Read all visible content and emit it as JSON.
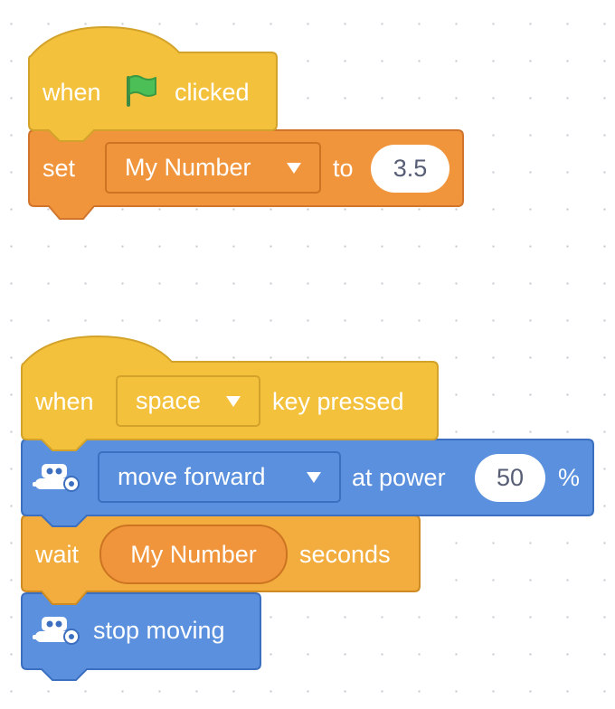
{
  "colors": {
    "events": "#f3c13c",
    "events_border": "#d3a22a",
    "variables": "#f0953c",
    "variables_border": "#d0752b",
    "motion": "#5a90dd",
    "motion_border": "#3c6fc0",
    "control": "#f2ad3e",
    "control_border": "#cf8b23",
    "flag": "#4cbf56",
    "text": "#ffffff",
    "oval_text": "#575e75"
  },
  "script1": {
    "hat": {
      "word1": "when",
      "icon": "green-flag-icon",
      "word2": "clicked"
    },
    "set_block": {
      "label": "set",
      "variable": "My Number",
      "to_label": "to",
      "value": "3.5"
    }
  },
  "script2": {
    "hat": {
      "word1": "when",
      "key": "space",
      "word2": "key pressed"
    },
    "move_block": {
      "icon": "robot-icon",
      "action": "move forward",
      "power_label": "at power",
      "power": "50",
      "unit": "%"
    },
    "wait_block": {
      "label": "wait",
      "reporter": "My Number",
      "unit": "seconds"
    },
    "stop_block": {
      "icon": "robot-icon",
      "label": "stop moving"
    }
  }
}
